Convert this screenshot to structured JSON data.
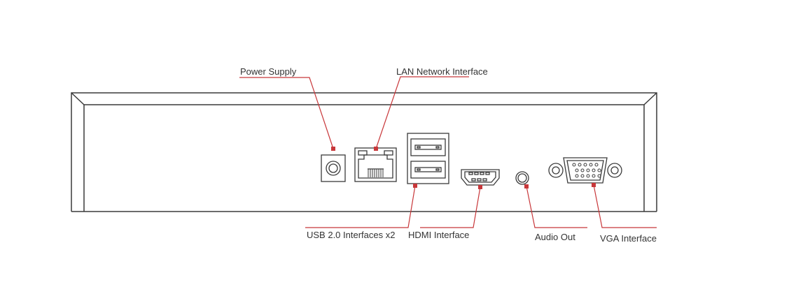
{
  "diagram": {
    "labels": {
      "power_supply": "Power Supply",
      "lan": "LAN Network Interface",
      "usb": "USB 2.0 Interfaces x2",
      "hdmi": "HDMI Interface",
      "audio_out": "Audio Out",
      "vga": "VGA Interface"
    },
    "colors": {
      "leader": "#c8373a",
      "outline": "#3a3a3a",
      "text": "#333333"
    }
  }
}
